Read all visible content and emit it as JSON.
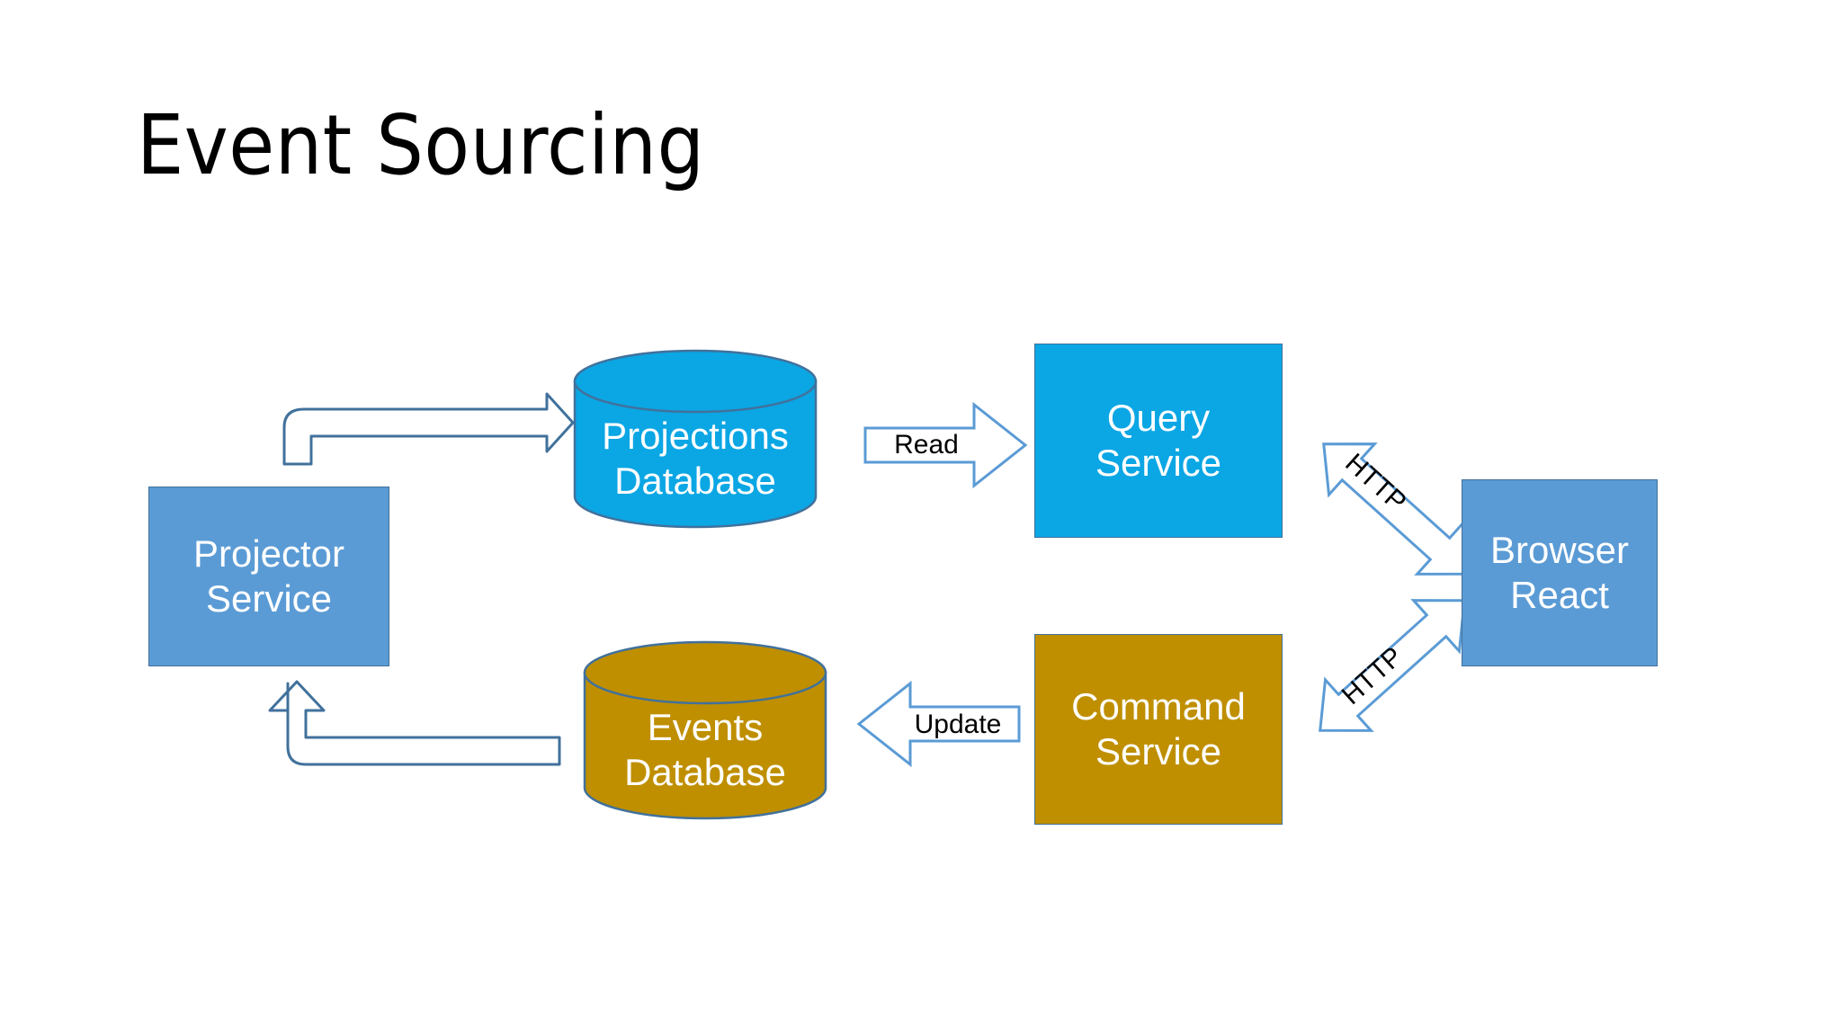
{
  "slide": {
    "title": "Event Sourcing",
    "background": "#FFFFFF"
  },
  "palette": {
    "medium_blue": "#5B9BD5",
    "bright_cyan": "#0BA6E4",
    "gold": "#BF8F00",
    "outline_blue": "#41719C",
    "arrow_outline": "#5B9BD5",
    "text_white": "#FFFFFF",
    "text_black": "#000000"
  },
  "nodes": {
    "projector_service": {
      "line1": "Projector",
      "line2": "Service",
      "shape": "rectangle",
      "fill": "#5B9BD5"
    },
    "projections_database": {
      "line1": "Projections",
      "line2": "Database",
      "shape": "cylinder",
      "fill": "#0BA6E4"
    },
    "query_service": {
      "line1": "Query",
      "line2": "Service",
      "shape": "rectangle",
      "fill": "#0BA6E4"
    },
    "browser_react": {
      "line1": "Browser",
      "line2": "React",
      "shape": "rectangle",
      "fill": "#5B9BD5"
    },
    "events_database": {
      "line1": "Events",
      "line2": "Database",
      "shape": "cylinder",
      "fill": "#BF8F00"
    },
    "command_service": {
      "line1": "Command",
      "line2": "Service",
      "shape": "rectangle",
      "fill": "#BF8F00"
    }
  },
  "arrows": {
    "read": {
      "label": "Read",
      "direction": "right",
      "from": "projections_database",
      "to": "query_service"
    },
    "update": {
      "label": "Update",
      "direction": "left",
      "from": "command_service",
      "to": "events_database"
    },
    "http_top": {
      "label": "HTTP",
      "direction": "bidirectional",
      "from": "query_service",
      "to": "browser_react"
    },
    "http_bottom": {
      "label": "HTTP",
      "direction": "bidirectional",
      "from": "command_service",
      "to": "browser_react"
    },
    "projector_write": {
      "label": "",
      "direction": "right",
      "from": "projector_service",
      "to": "projections_database"
    },
    "events_read": {
      "label": "",
      "direction": "up",
      "from": "events_database",
      "to": "projector_service"
    }
  }
}
